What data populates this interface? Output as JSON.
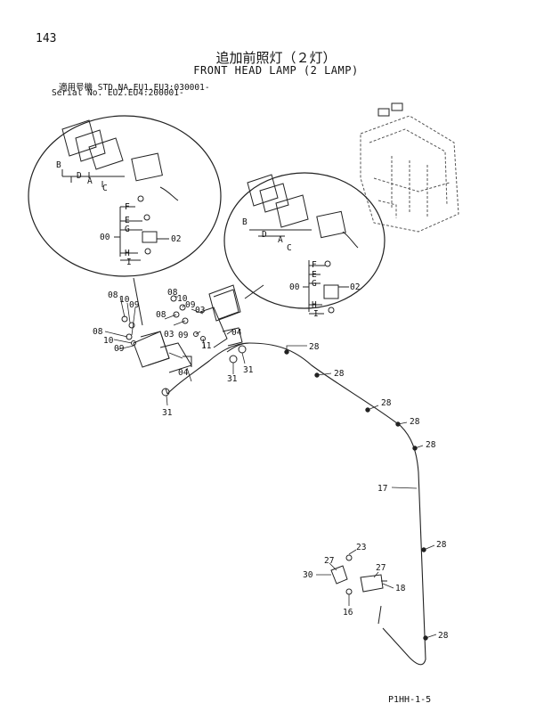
{
  "page_number": "143",
  "title_jp": "追加前照灯（２灯）",
  "title_en": "FRONT HEAD LAMP (2 LAMP)",
  "serial_line1": "適用号機  STD.NA.EU1.EU3:030001-",
  "serial_line2": "Serial No.         EU2.EU4:200001-",
  "footer_code": "P1HH-1-5",
  "callouts": {
    "detail1": [
      "B",
      "D",
      "A",
      "C",
      "F",
      "E",
      "G",
      "00",
      "02",
      "H",
      "I"
    ],
    "detail2": [
      "B",
      "D",
      "A",
      "C",
      "F",
      "E",
      "00",
      "G",
      "02",
      "H",
      "I"
    ],
    "main": [
      "08",
      "10",
      "09",
      "08",
      "10",
      "09",
      "03",
      "04",
      "08",
      "10",
      "09",
      "08",
      "03",
      "11",
      "09",
      "04",
      "31",
      "31",
      "31",
      "28",
      "28",
      "28",
      "28",
      "28",
      "17",
      "28",
      "23",
      "27",
      "30",
      "27",
      "18",
      "16",
      "28"
    ]
  }
}
